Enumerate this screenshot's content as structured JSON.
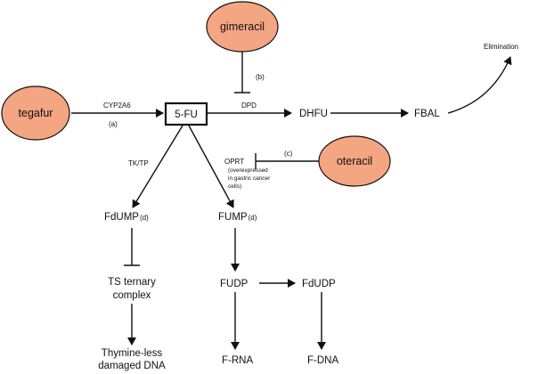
{
  "drugs": {
    "gimeracil": "gimeracil",
    "tegafur": "tegafur",
    "oteracil": "oteracil"
  },
  "nodes": {
    "fu": "5-FU",
    "dhfu": "DHFU",
    "fbal": "FBAL",
    "elimination": "Elimination",
    "fdump": "FdUMP",
    "fdump_sub": "(d)",
    "fump": "FUMP",
    "fump_sub": "(d)",
    "ts_line1": "TS ternary",
    "ts_line2": "complex",
    "fudp": "FUDP",
    "fdudp": "FdUDP",
    "thy_line1": "Thymine-less",
    "thy_line2": "damaged DNA",
    "frna": "F-RNA",
    "fdna": "F-DNA"
  },
  "edges": {
    "cyp2a6": "CYP2A6",
    "a": "(a)",
    "dpd": "DPD",
    "b": "(b)",
    "c": "(c)",
    "tktp": "TK/TP",
    "oprt": "OPRT",
    "oprt_note1": "(overexpressed",
    "oprt_note2": "in gastric cancer",
    "oprt_note3": "cells)"
  },
  "colors": {
    "drug_fill": "#F4A582",
    "stroke": "#111111"
  }
}
